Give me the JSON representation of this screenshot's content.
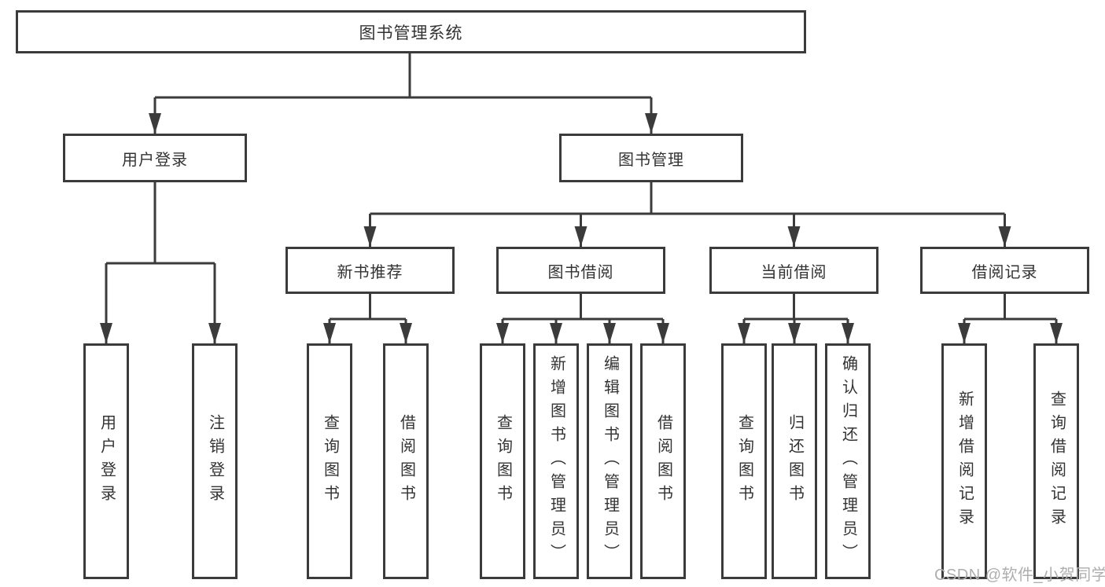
{
  "diagram": {
    "title": "图书管理系统",
    "children": [
      {
        "label": "用户登录",
        "children": [
          {
            "label": "用户登录"
          },
          {
            "label": "注销登录"
          }
        ]
      },
      {
        "label": "图书管理",
        "children": [
          {
            "label": "新书推荐",
            "children": [
              {
                "label": "查询图书"
              },
              {
                "label": "借阅图书"
              }
            ]
          },
          {
            "label": "图书借阅",
            "children": [
              {
                "label": "查询图书"
              },
              {
                "label": "新增图书（管理员）"
              },
              {
                "label": "编辑图书（管理员）"
              },
              {
                "label": "借阅图书"
              }
            ]
          },
          {
            "label": "当前借阅",
            "children": [
              {
                "label": "查询图书"
              },
              {
                "label": "归还图书"
              },
              {
                "label": "确认归还（管理员）"
              }
            ]
          },
          {
            "label": "借阅记录",
            "children": [
              {
                "label": "新增借阅记录"
              },
              {
                "label": "查询借阅记录"
              }
            ]
          }
        ]
      }
    ]
  },
  "watermark": "CSDN @软件_小贺同学",
  "colors": {
    "line": "#3b3b3b",
    "text": "#333333",
    "watermark": "#aeaeae",
    "background": "#ffffff"
  }
}
